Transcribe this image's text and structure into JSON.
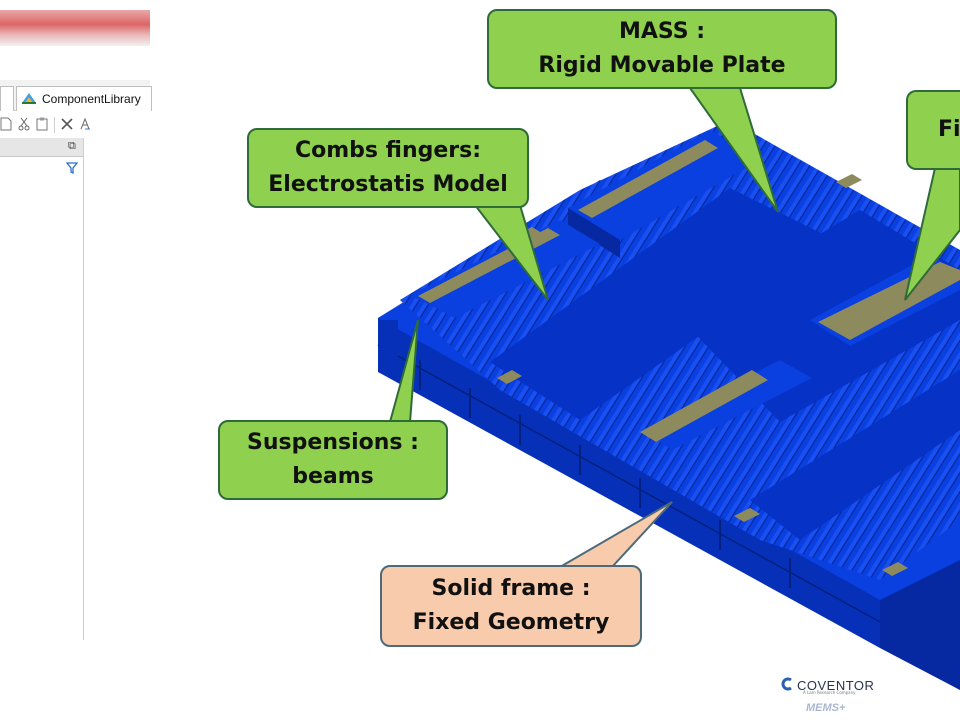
{
  "ide": {
    "tab_label": "ComponentLibrary",
    "toolbar_icons": [
      "new-file-icon",
      "cut-icon",
      "paste-icon",
      "delete-icon",
      "rename-icon"
    ],
    "panel_icons": [
      "restore-icon",
      "filter-icon"
    ]
  },
  "callouts": {
    "mass": {
      "line1": "MASS :",
      "line2": "Rigid Movable Plate"
    },
    "combs": {
      "line1": "Combs fingers:",
      "line2": "Electrostatis Model"
    },
    "fixed_partial": {
      "line1": "Fi"
    },
    "suspensions": {
      "line1": "Suspensions :",
      "line2": "beams"
    },
    "frame": {
      "line1": "Solid frame :",
      "line2": "Fixed Geometry"
    }
  },
  "colors": {
    "callout_green": "#8fd14f",
    "callout_peach": "#f8cbad",
    "structure_blue": "#0a3fe0",
    "electrode_olive": "#8d8a5e"
  },
  "logo": {
    "brand": "COVENTOR",
    "tagline": "A Lam Research Company",
    "product": "MEMS+"
  }
}
